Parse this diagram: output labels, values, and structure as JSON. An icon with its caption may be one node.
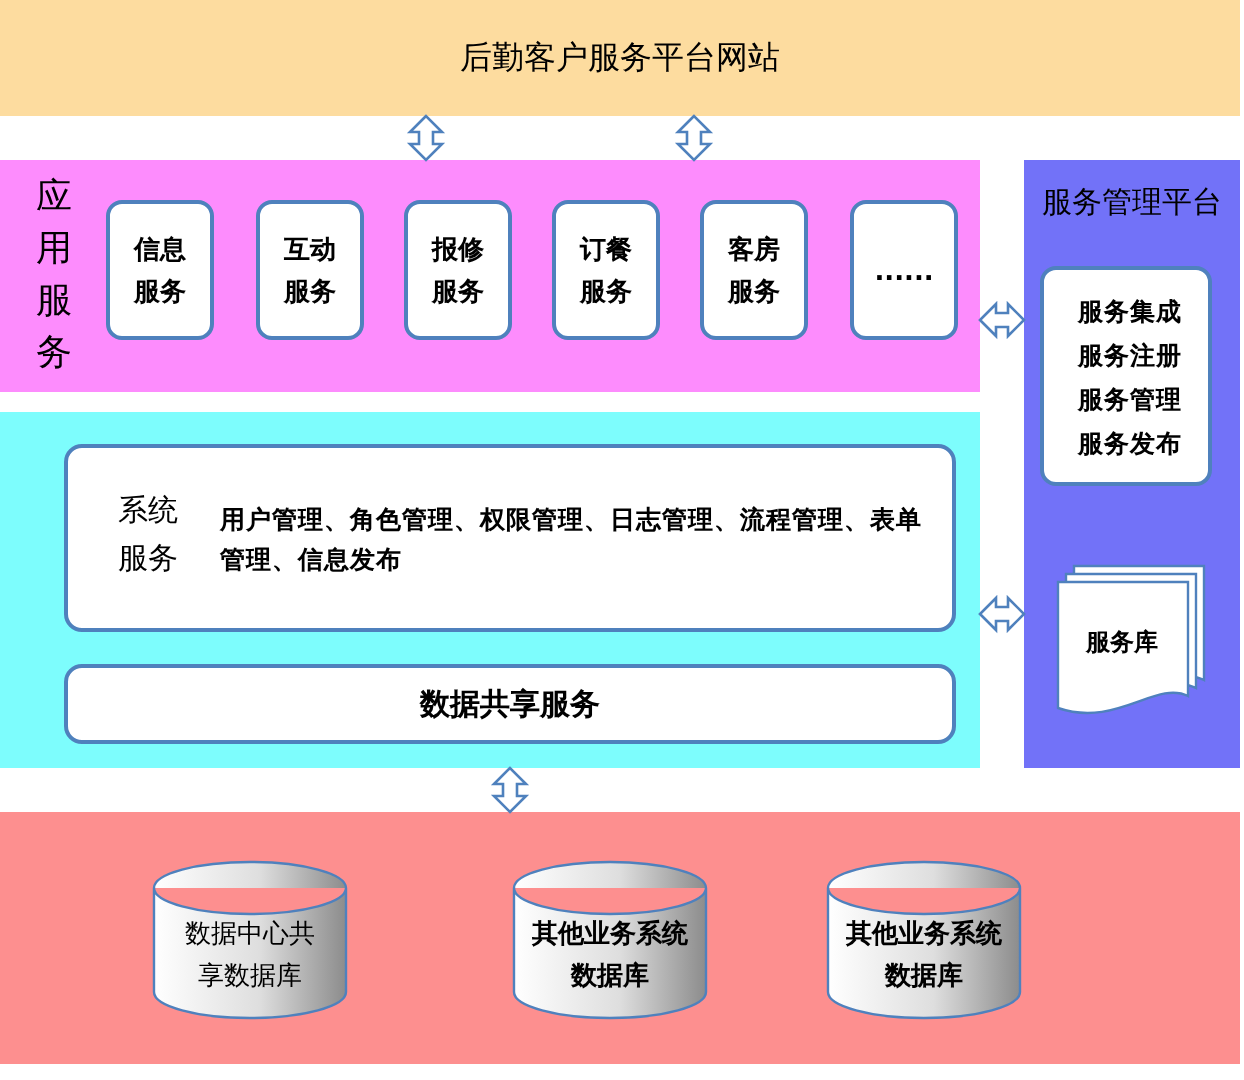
{
  "diagram": {
    "nodes": [
      {
        "text": [
          "后勤客户服务平台网站"
        ]
      },
      {
        "text": [
          "应用服务"
        ]
      },
      {
        "text": [
          "信息服务"
        ],
        "in": 1
      },
      {
        "text": [
          "互动服务"
        ],
        "in": 1
      },
      {
        "text": [
          "报修服务"
        ],
        "in": 1
      },
      {
        "text": [
          "订餐服务"
        ],
        "in": 1
      },
      {
        "text": [
          "客房服务"
        ],
        "in": 1
      },
      {
        "text": [
          "......"
        ],
        "in": 1
      },
      {
        "text": [
          "服务管理平台"
        ]
      },
      {
        "text": [
          "服务集成",
          "服务注册",
          "服务管理",
          "服务发布"
        ],
        "in": 8
      },
      {
        "text": [
          "服务库"
        ],
        "in": 8
      },
      {
        "text": [],
        "shape": "box"
      },
      {
        "text": [
          "系统服务",
          "用户管理、角色管理、权限管理、日志管理、流程管理、表单管理、信息发布"
        ],
        "in": 11
      },
      {
        "text": [
          "数据共享服务"
        ],
        "in": 11
      },
      {
        "text": [],
        "shape": "box"
      },
      {
        "text": [
          "数据中心共享数据库"
        ],
        "in": 14
      },
      {
        "text": [
          "其他业务系统数据库"
        ],
        "in": 14
      },
      {
        "text": [
          "其他业务系统数据库"
        ],
        "in": 14
      }
    ],
    "edges": [
      {
        "from": 0,
        "to": 1,
        "arrow": "both"
      },
      {
        "from": 0,
        "to": 1,
        "arrow": "both"
      },
      {
        "from": 1,
        "to": 8,
        "arrow": "both"
      },
      {
        "from": 11,
        "to": 8,
        "arrow": "both"
      },
      {
        "from": 11,
        "to": 14,
        "arrow": "both"
      }
    ]
  }
}
